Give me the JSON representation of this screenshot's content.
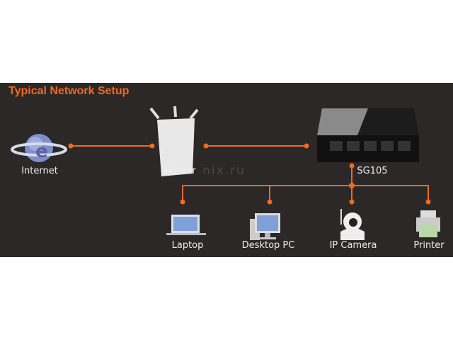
{
  "title": "Typical Network Setup",
  "watermark": "nix.ru",
  "accent_color": "#f26a1b",
  "nodes": {
    "internet": "Internet",
    "router": "Router",
    "switch": "SG105",
    "laptop": "Laptop",
    "desktop": "Desktop PC",
    "camera": "IP Camera",
    "printer": "Printer"
  }
}
